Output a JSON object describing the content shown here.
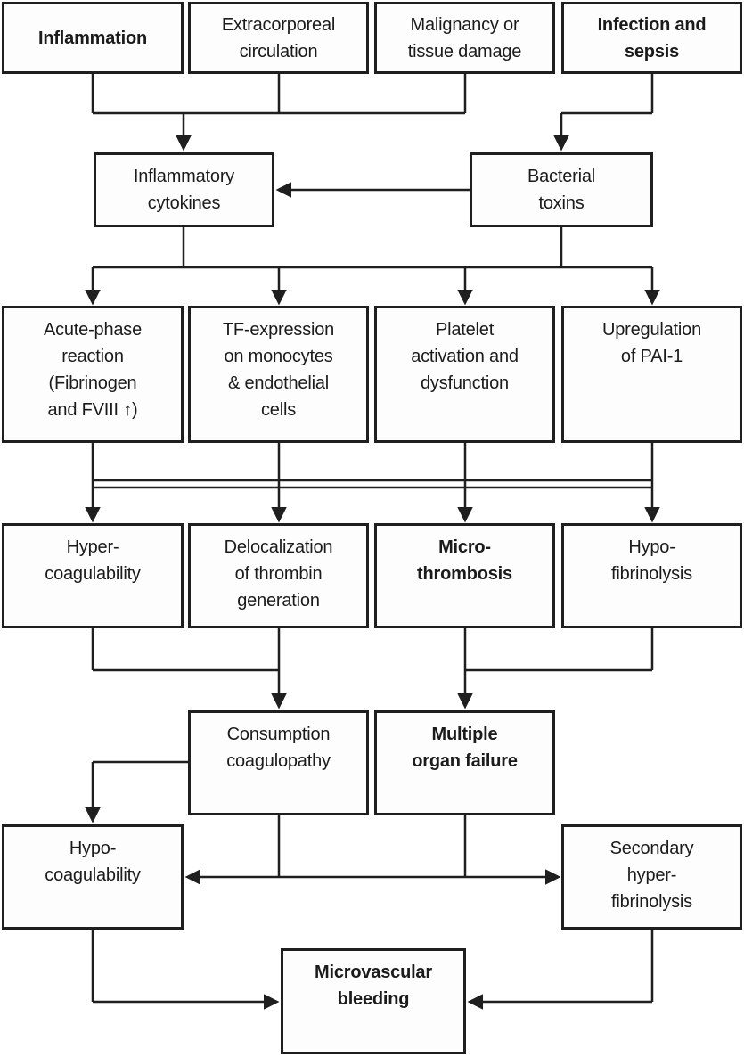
{
  "figure": {
    "type": "flowchart",
    "colors": {
      "background": "#ffffff",
      "line_color": "#1f1f1f",
      "box_fill": "#fdfdfd",
      "text_color": "#1b1b1b"
    }
  },
  "nodes": {
    "inflammation": {
      "label": "Inflammation",
      "bold": true
    },
    "extracorporeal": {
      "label": "Extracorporeal\ncirculation",
      "bold": false
    },
    "malignancy": {
      "label": "Malignancy or\ntissue damage",
      "bold": false
    },
    "infection": {
      "label": "Infection and\nsepsis",
      "bold": true
    },
    "cytokines": {
      "label": "Inflammatory\ncytokines",
      "bold": false
    },
    "toxins": {
      "label": "Bacterial\ntoxins",
      "bold": false
    },
    "acute_phase": {
      "label": "Acute-phase\nreaction\n(Fibrinogen\nand FVIII ↑)",
      "bold": false
    },
    "tf_expression": {
      "label": "TF-expression\non monocytes\n& endothelial\ncells",
      "bold": false
    },
    "platelet": {
      "label": "Platelet\nactivation and\ndysfunction",
      "bold": false
    },
    "pai1": {
      "label": "Upregulation\nof PAI-1",
      "bold": false
    },
    "hypercoagulability": {
      "label": "Hyper-\ncoagulability",
      "bold": false
    },
    "delocalization": {
      "label": "Delocalization\nof thrombin\ngeneration",
      "bold": false
    },
    "microthrombosis": {
      "label": "Micro-\nthrombosis",
      "bold": true
    },
    "hypofibrinolysis": {
      "label": "Hypo-\nfibrinolysis",
      "bold": false
    },
    "consumption": {
      "label": "Consumption\ncoagulopathy",
      "bold": false
    },
    "organ_failure": {
      "label": "Multiple\norgan failure",
      "bold": true
    },
    "hypocoagulability": {
      "label": "Hypo-\ncoagulability",
      "bold": false
    },
    "secondary_fibrinolysis": {
      "label": "Secondary\nhyper-\nfibrinolysis",
      "bold": false
    },
    "microvascular_bleeding": {
      "label": "Microvascular\nbleeding",
      "bold": true
    }
  },
  "edges": [
    {
      "from": "inflammation",
      "to": "cytokines"
    },
    {
      "from": "extracorporeal",
      "to": "cytokines"
    },
    {
      "from": "malignancy",
      "to": "cytokines"
    },
    {
      "from": "infection",
      "to": "toxins"
    },
    {
      "from": "toxins",
      "to": "cytokines"
    },
    {
      "from": "cytokines",
      "to": "acute_phase"
    },
    {
      "from": "cytokines",
      "to": "tf_expression"
    },
    {
      "from": "cytokines",
      "to": "platelet"
    },
    {
      "from": "cytokines",
      "to": "pai1"
    },
    {
      "from": "toxins",
      "to": "acute_phase"
    },
    {
      "from": "toxins",
      "to": "tf_expression"
    },
    {
      "from": "toxins",
      "to": "platelet"
    },
    {
      "from": "toxins",
      "to": "pai1"
    },
    {
      "from": "acute_phase",
      "to": "hypercoagulability"
    },
    {
      "from": "tf_expression",
      "to": "delocalization"
    },
    {
      "from": "platelet",
      "to": "microthrombosis"
    },
    {
      "from": "pai1",
      "to": "hypofibrinolysis"
    },
    {
      "from": "hypercoagulability",
      "to": "consumption"
    },
    {
      "from": "delocalization",
      "to": "consumption"
    },
    {
      "from": "microthrombosis",
      "to": "organ_failure"
    },
    {
      "from": "hypofibrinolysis",
      "to": "organ_failure"
    },
    {
      "from": "consumption",
      "to": "hypocoagulability"
    },
    {
      "from": "consumption",
      "to": "hypocoagulability_secondary_link"
    },
    {
      "from": "organ_failure",
      "to": "hypocoagulability_secondary_link"
    },
    {
      "from": "hypocoagulability",
      "to": "secondary_fibrinolysis",
      "bidirectional": true
    },
    {
      "from": "hypocoagulability",
      "to": "microvascular_bleeding"
    },
    {
      "from": "secondary_fibrinolysis",
      "to": "microvascular_bleeding"
    }
  ]
}
